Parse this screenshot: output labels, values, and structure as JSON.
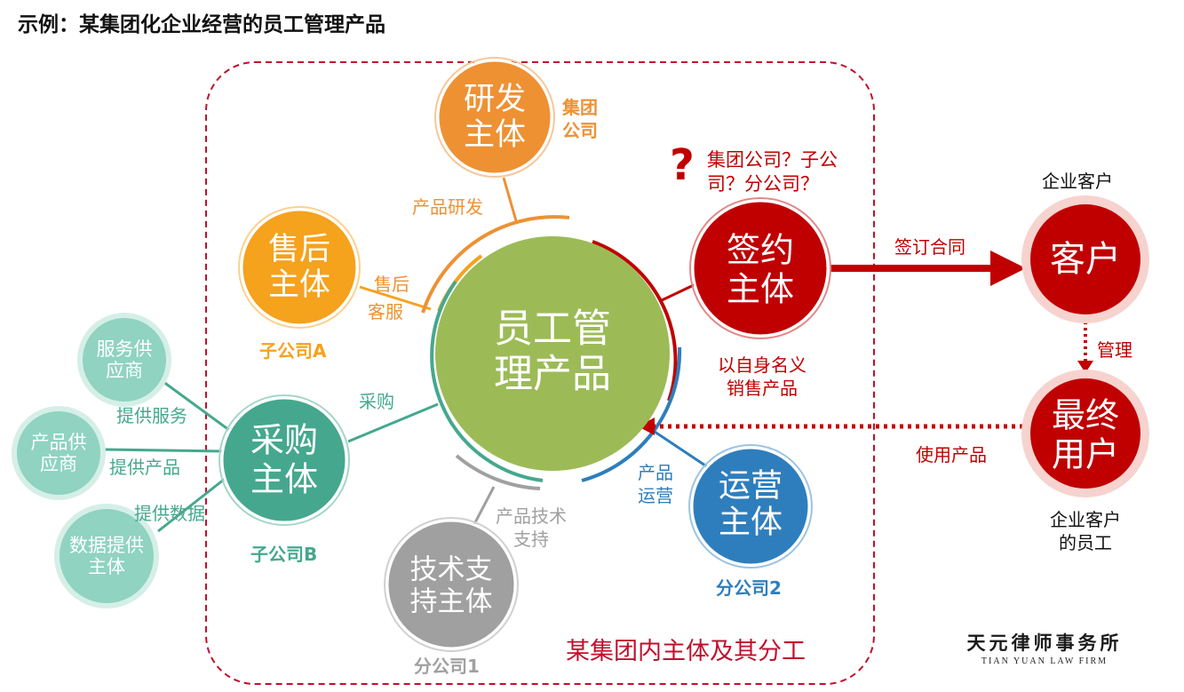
{
  "page": {
    "title": "示例：某集团化企业经营的员工管理产品"
  },
  "colors": {
    "center_green": "#9cbb57",
    "rd_orange": "#ee9133",
    "aftersales_orange": "#f5a21d",
    "sign_red": "#c00000",
    "procure_teal": "#45a88e",
    "supplier_teal": "#8fd3c0",
    "ops_blue": "#2e7ebd",
    "tech_gray": "#a0a0a0",
    "boundary_red": "#c0102c"
  },
  "center": {
    "line1": "员工管",
    "line2": "理产品"
  },
  "nodes": {
    "rd": {
      "line1": "研发",
      "line2": "主体",
      "entity_line1": "集团",
      "entity_line2": "公司",
      "relation": "产品研发"
    },
    "aftersales": {
      "line1": "售后",
      "line2": "主体",
      "entity": "子公司A",
      "relation_line1": "售后",
      "relation_line2": "客服"
    },
    "sign": {
      "line1": "签约",
      "line2": "主体",
      "question_mark": "?",
      "question_line1": "集团公司？子公",
      "question_line2": "司？分公司？",
      "note_line1": "以自身名义",
      "note_line2": "销售产品",
      "contract_label": "签订合同"
    },
    "procure": {
      "line1": "采购",
      "line2": "主体",
      "entity": "子公司B",
      "relation": "采购"
    },
    "ops": {
      "line1": "运营",
      "line2": "主体",
      "entity": "分公司2",
      "relation_line1": "产品",
      "relation_line2": "运营"
    },
    "tech": {
      "line1": "技术支",
      "line2": "持主体",
      "entity": "分公司1",
      "relation_line1": "产品技术",
      "relation_line2": "支持"
    }
  },
  "suppliers": [
    {
      "line1": "服务供",
      "line2": "应商",
      "relation": "提供服务"
    },
    {
      "line1": "产品供",
      "line2": "应商",
      "relation": "提供产品"
    },
    {
      "line1": "数据提供",
      "line2": "主体",
      "relation": "提供数据"
    }
  ],
  "customer": {
    "label": "客户",
    "caption": "企业客户",
    "manage_label": "管理"
  },
  "end_user": {
    "line1": "最终",
    "line2": "用户",
    "caption_line1": "企业客户",
    "caption_line2": "的员工",
    "use_label": "使用产品"
  },
  "boundary": {
    "label": "某集团内主体及其分工"
  },
  "brand": {
    "cn": "天元律师事务所",
    "en": "TIAN YUAN LAW FIRM"
  }
}
